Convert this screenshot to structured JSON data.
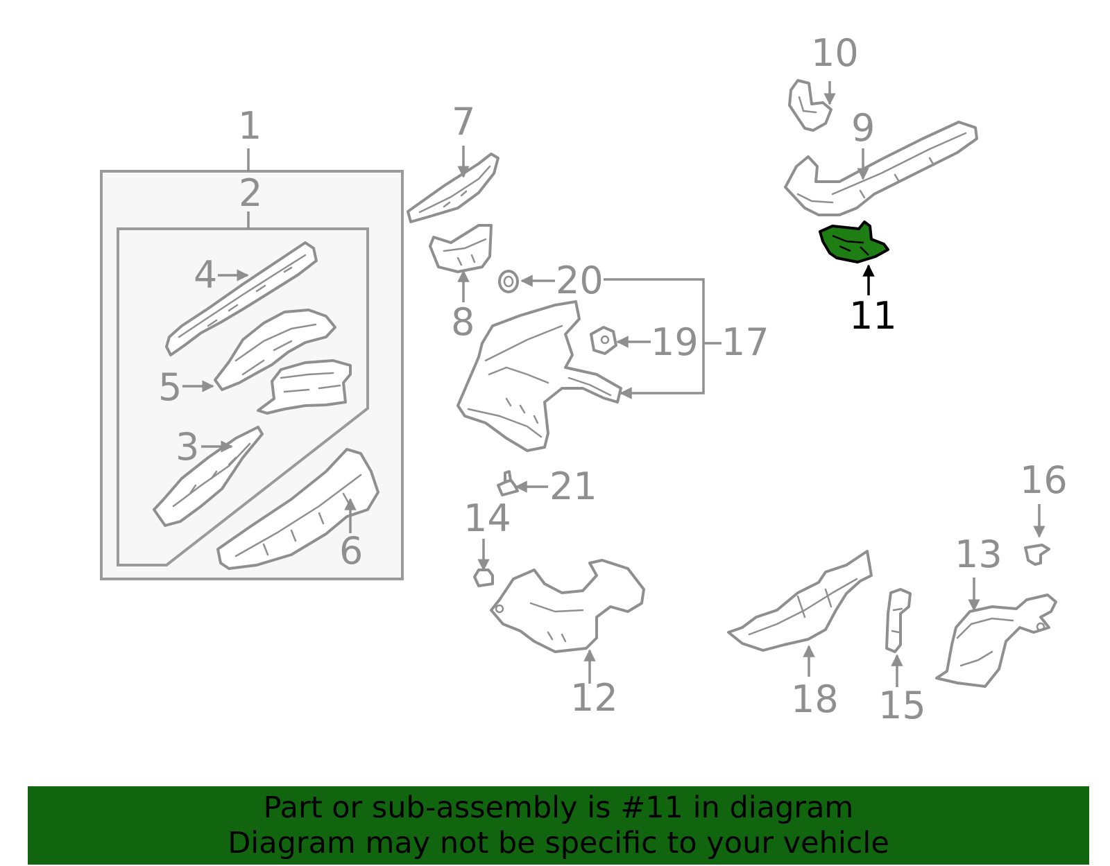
{
  "colors": {
    "line_gray": "#8f8f8f",
    "highlight_part": "#1e7d13",
    "banner_background": "#11650f",
    "banner_text": "#000000"
  },
  "callouts": {
    "c1": "1",
    "c2": "2",
    "c3": "3",
    "c4": "4",
    "c5": "5",
    "c6": "6",
    "c7": "7",
    "c8": "8",
    "c9": "9",
    "c10": "10",
    "c11": "11",
    "c12": "12",
    "c13": "13",
    "c14": "14",
    "c15": "15",
    "c16": "16",
    "c17": "17",
    "c18": "18",
    "c19": "19",
    "c20": "20",
    "c21": "21"
  },
  "highlighted_part": "11",
  "banner": {
    "line1": "Part or sub-assembly is #11 in diagram",
    "line2": "Diagram may not be specific to your vehicle"
  }
}
